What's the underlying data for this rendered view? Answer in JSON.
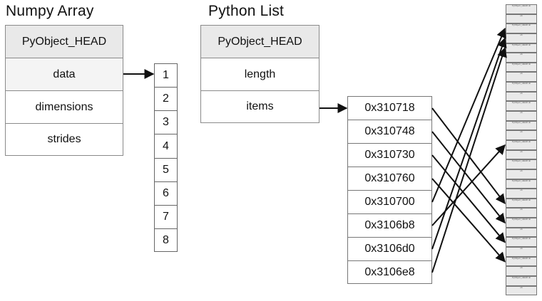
{
  "numpy": {
    "title": "Numpy Array",
    "fields": [
      "PyObject_HEAD",
      "data",
      "dimensions",
      "strides"
    ],
    "buffer": [
      "1",
      "2",
      "3",
      "4",
      "5",
      "6",
      "7",
      "8"
    ]
  },
  "pylist": {
    "title": "Python List",
    "fields": [
      "PyObject_HEAD",
      "length",
      "items"
    ],
    "pointers": [
      "0x310718",
      "0x310748",
      "0x310730",
      "0x310760",
      "0x310700",
      "0x3106b8",
      "0x3106d0",
      "0x3106e8"
    ]
  },
  "heap": {
    "object_count": 30,
    "object_label": "PyObject_HEAD",
    "object_value": "ob",
    "pointer_targets": [
      20,
      22,
      24,
      26,
      2,
      14,
      3,
      4
    ]
  },
  "colors": {
    "header_fill": "#e9e9e9",
    "line": "#111111"
  }
}
